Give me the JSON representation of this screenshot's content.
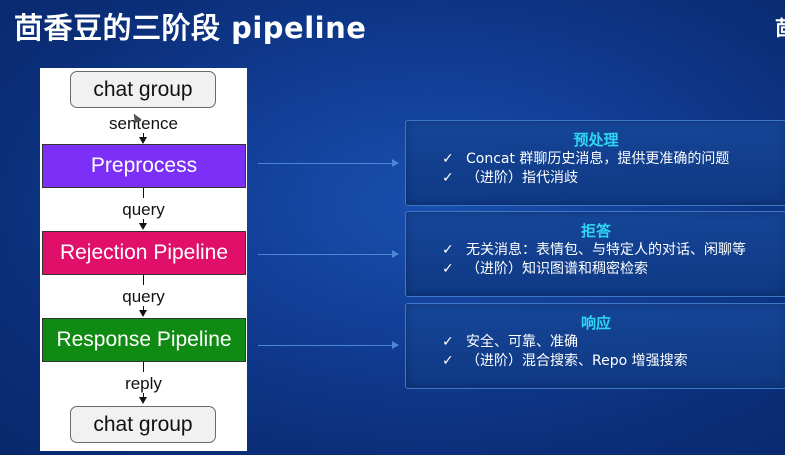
{
  "slide": {
    "title": "茴香豆的三阶段 pipeline",
    "logo_char": "茴"
  },
  "flow": {
    "top_group": "chat group",
    "bottom_group": "chat group",
    "edge_labels": [
      "sentence",
      "query",
      "query",
      "reply"
    ],
    "stages": [
      {
        "label": "Preprocess",
        "color": "#7b2ff7"
      },
      {
        "label": "Rejection Pipeline",
        "color": "#e0106a"
      },
      {
        "label": "Response Pipeline",
        "color": "#0f8a13"
      }
    ]
  },
  "cards": [
    {
      "title": "预处理",
      "items": [
        {
          "check": "✓",
          "text": "Concat 群聊历史消息，提供更准确的问题"
        },
        {
          "check": "✓",
          "text": "（进阶）指代消歧"
        }
      ]
    },
    {
      "title": "拒答",
      "items": [
        {
          "check": "✓",
          "text": "无关消息：表情包、与特定人的对话、闲聊等"
        },
        {
          "check": "✓",
          "text": "（进阶）知识图谱和稠密检索"
        }
      ]
    },
    {
      "title": "响应",
      "items": [
        {
          "check": "✓",
          "text": "安全、可靠、准确"
        },
        {
          "check": "✓",
          "text": "（进阶）混合搜索、Repo 增强搜索"
        }
      ]
    }
  ]
}
